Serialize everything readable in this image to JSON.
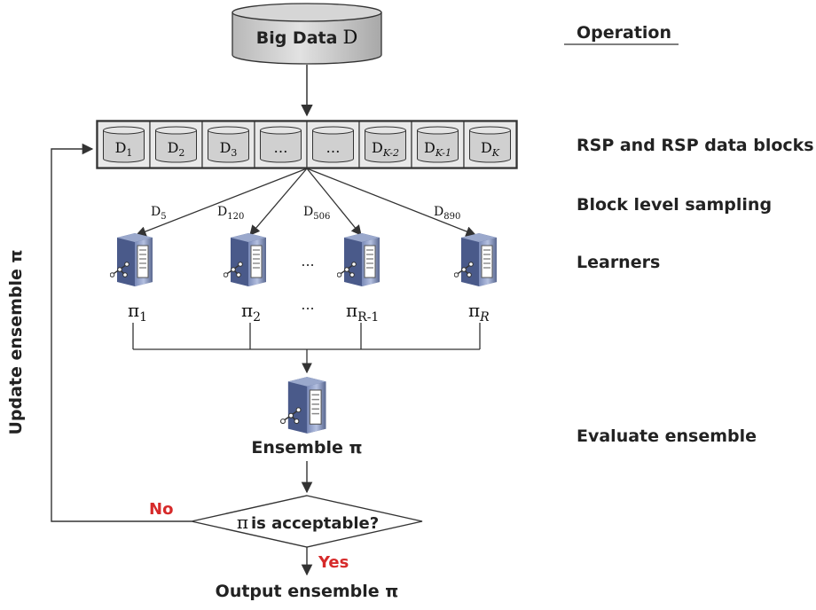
{
  "big_data": {
    "label": "Big Data",
    "symbol": "D"
  },
  "operations": {
    "header": "Operation",
    "rsp": "RSP and RSP data blocks",
    "sampling": "Block level sampling",
    "learners": "Learners",
    "evaluate": "Evaluate ensemble"
  },
  "blocks": [
    {
      "base": "D",
      "sub": "1"
    },
    {
      "base": "D",
      "sub": "2"
    },
    {
      "base": "D",
      "sub": "3"
    },
    {
      "base": "…",
      "sub": ""
    },
    {
      "base": "…",
      "sub": ""
    },
    {
      "base": "D",
      "sub": "K-2"
    },
    {
      "base": "D",
      "sub": "K-1"
    },
    {
      "base": "D",
      "sub": "K"
    }
  ],
  "samples": [
    {
      "base": "D",
      "sub": "5"
    },
    {
      "base": "D",
      "sub": "120"
    },
    {
      "base": "D",
      "sub": "506"
    },
    {
      "base": "D",
      "sub": "890"
    }
  ],
  "learners": [
    {
      "base": "π",
      "sub": "1"
    },
    {
      "base": "π",
      "sub": "2"
    },
    {
      "base": "π",
      "sub": "R-1"
    },
    {
      "base": "π",
      "sub": "R"
    }
  ],
  "ellipsis": "...",
  "ensemble_label": "Ensemble π",
  "decision": {
    "prefix": "π",
    "text": "is acceptable?"
  },
  "no_label": "No",
  "yes_label": "Yes",
  "output_label": "Output ensemble π",
  "feedback_label": "Update ensemble π"
}
